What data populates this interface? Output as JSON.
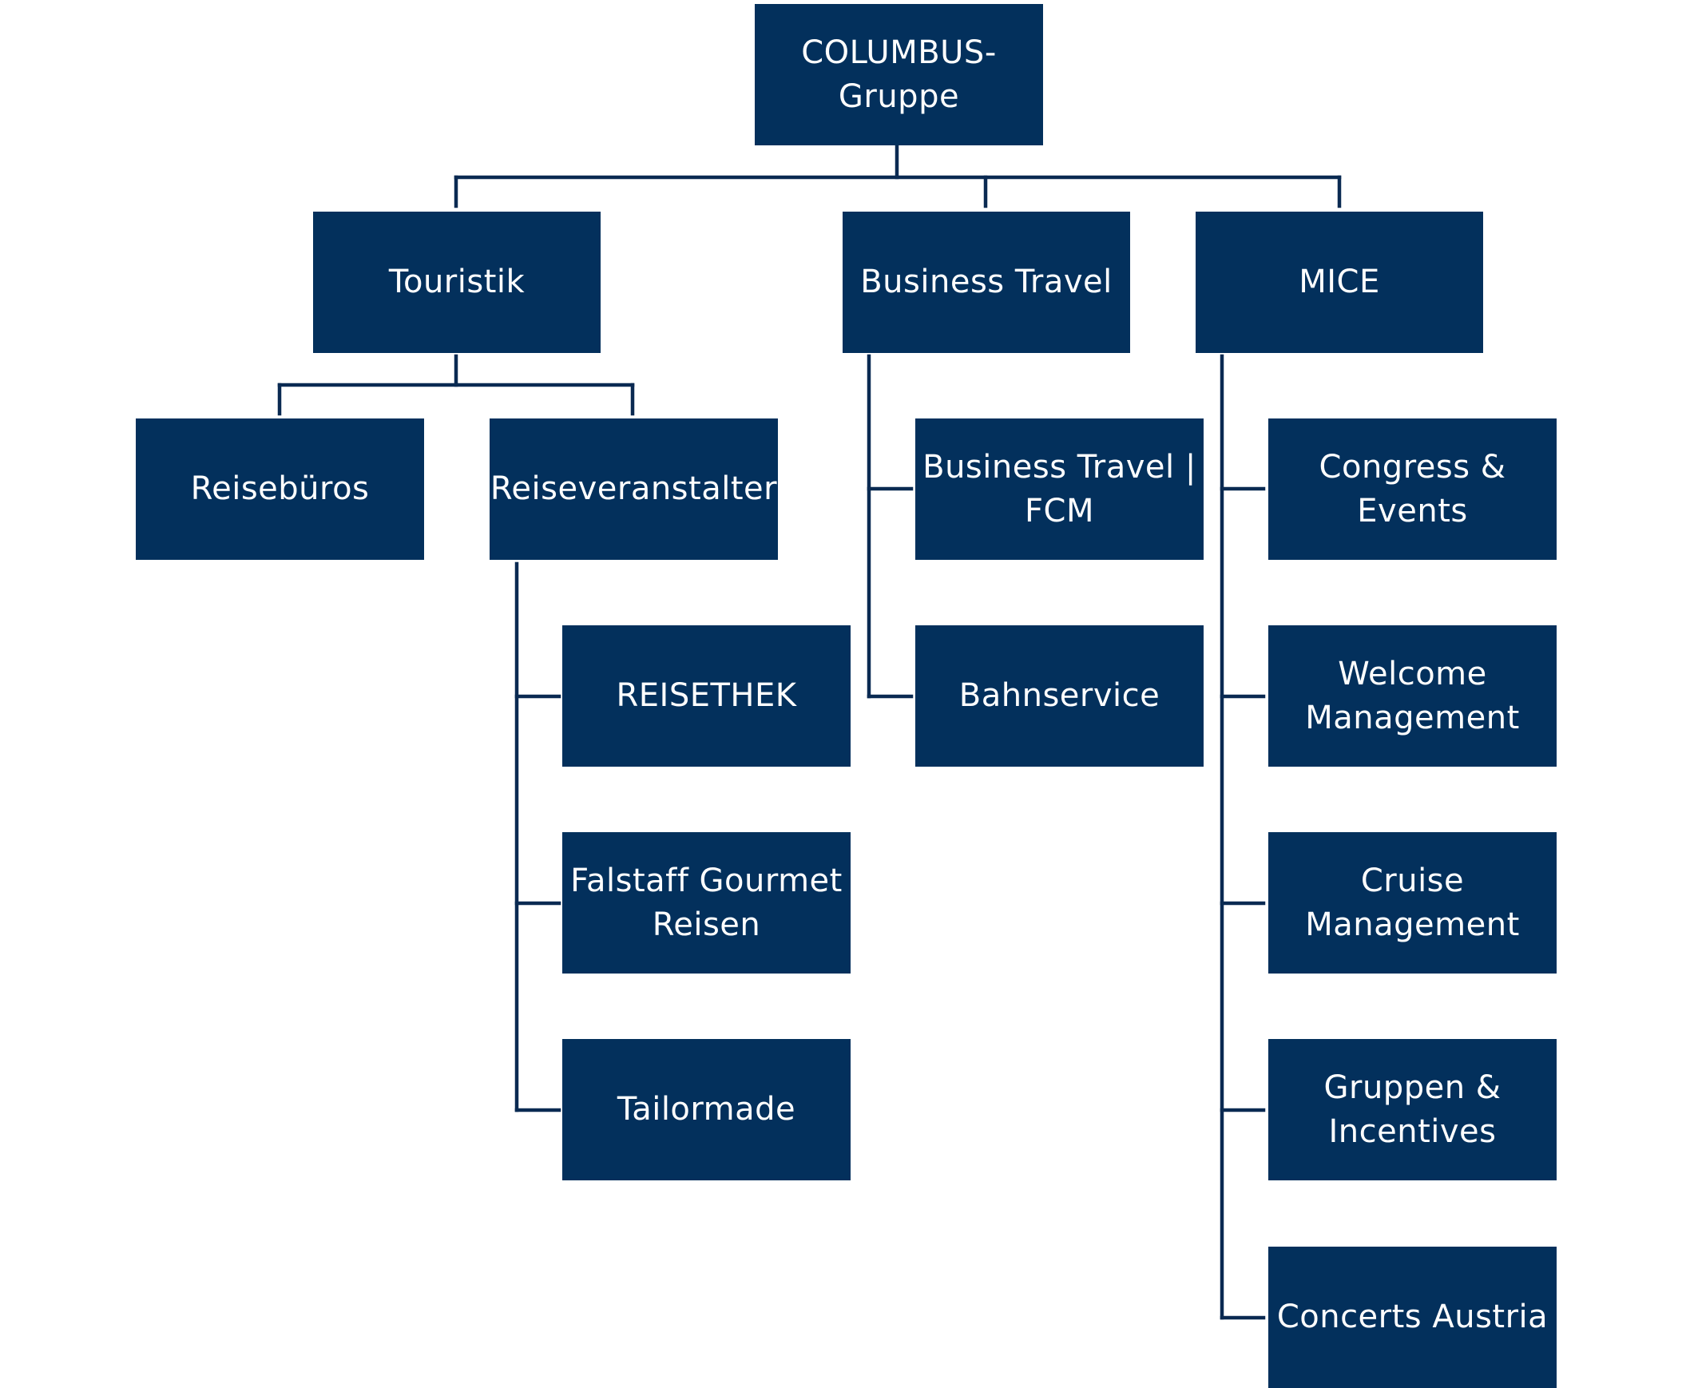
{
  "colors": {
    "box_fill": "#03305c",
    "box_text": "#ffffff",
    "connector": "#0a2a52",
    "background": "#ffffff"
  },
  "root": {
    "label": "COLUMBUS-\nGruppe"
  },
  "level1": {
    "touristik": {
      "label": "Touristik"
    },
    "business_travel": {
      "label": "Business Travel"
    },
    "mice": {
      "label": "MICE"
    }
  },
  "touristik_children": {
    "reisebueros": {
      "label": "Reisebüros"
    },
    "reiseveranstalter": {
      "label": "Reiseveranstalter"
    }
  },
  "reiseveranstalter_children": [
    {
      "label": "REISETHEK"
    },
    {
      "label": "Falstaff Gourmet\nReisen"
    },
    {
      "label": "Tailormade"
    }
  ],
  "business_travel_children": [
    {
      "label": "Business Travel |\nFCM"
    },
    {
      "label": "Bahnservice"
    }
  ],
  "mice_children": [
    {
      "label": "Congress &\nEvents"
    },
    {
      "label": "Welcome\nManagement"
    },
    {
      "label": "Cruise\nManagement"
    },
    {
      "label": "Gruppen &\nIncentives"
    },
    {
      "label": "Concerts Austria"
    }
  ]
}
